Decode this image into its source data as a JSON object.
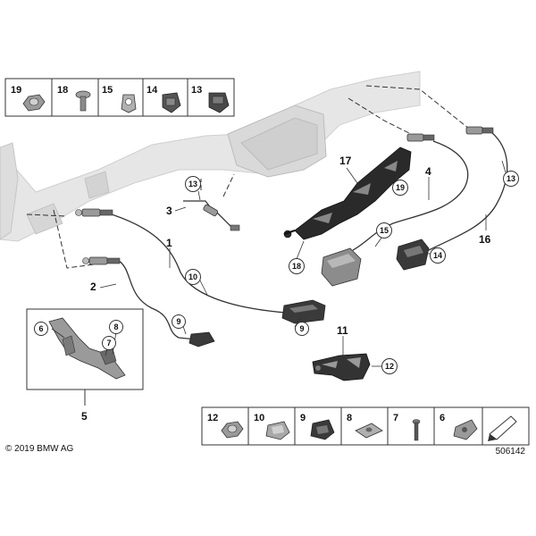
{
  "top_parts_bar": [
    {
      "num": "19",
      "icon": "nut-icon"
    },
    {
      "num": "18",
      "icon": "clip-screw-icon"
    },
    {
      "num": "15",
      "icon": "cable-clip-icon"
    },
    {
      "num": "14",
      "icon": "holder-clip-icon"
    },
    {
      "num": "13",
      "icon": "holder-clip-icon"
    }
  ],
  "bottom_parts_bar": [
    {
      "num": "12",
      "icon": "nut-icon"
    },
    {
      "num": "10",
      "icon": "clip-icon"
    },
    {
      "num": "9",
      "icon": "clip-icon"
    },
    {
      "num": "8",
      "icon": "spring-nut-icon"
    },
    {
      "num": "7",
      "icon": "screw-icon"
    },
    {
      "num": "6",
      "icon": "grommet-icon"
    }
  ],
  "callouts": {
    "p1": "1",
    "p2": "2",
    "p3": "3",
    "p4": "4",
    "p5": "5",
    "p11": "11",
    "p16": "16",
    "p17": "17",
    "c6": "6",
    "c7": "7",
    "c8": "8",
    "c9a": "9",
    "c9b": "9",
    "c10": "10",
    "c12": "12",
    "c13a": "13",
    "c13b": "13",
    "c14": "14",
    "c15": "15",
    "c18": "18",
    "c19": "19"
  },
  "copyright": "© 2019 BMW AG",
  "diagram_number": "506142"
}
